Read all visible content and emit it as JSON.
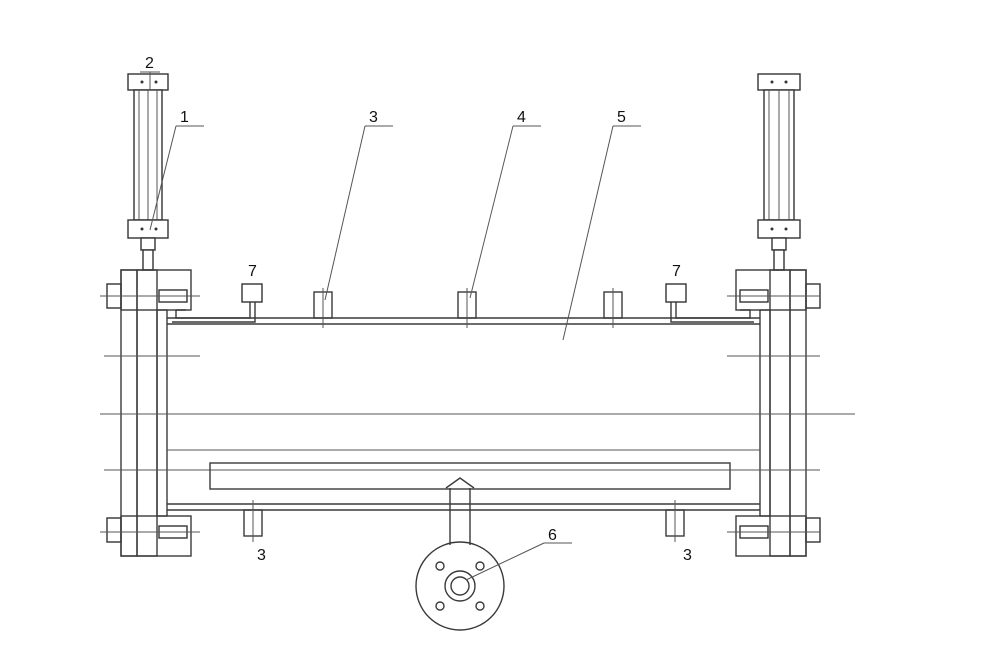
{
  "diagram": {
    "labels": {
      "l1": "1",
      "l2": "2",
      "l3a": "3",
      "l3b": "3",
      "l3c": "3",
      "l4": "4",
      "l5": "5",
      "l6": "6",
      "l7a": "7",
      "l7b": "7"
    }
  }
}
